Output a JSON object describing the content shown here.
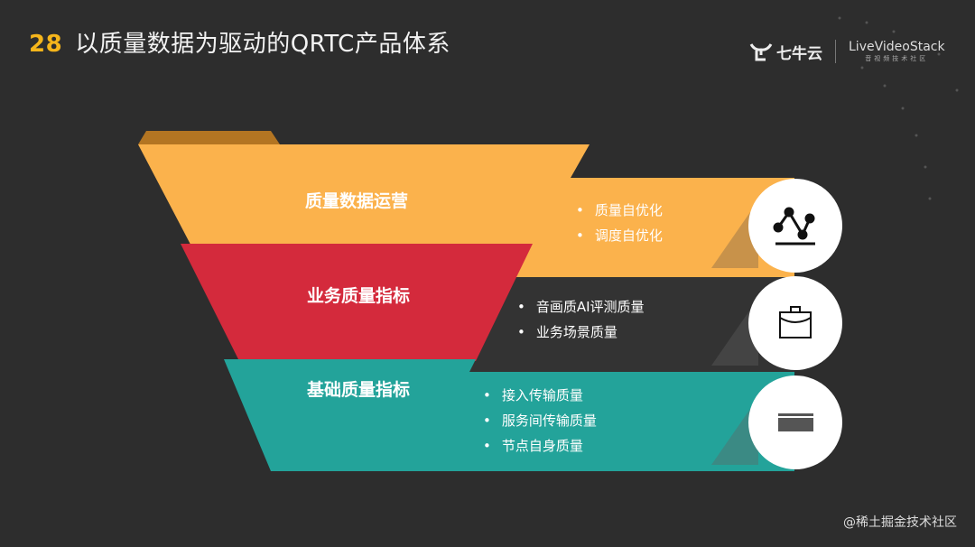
{
  "title": {
    "number": "28",
    "text": "以质量数据为驱动的QRTC产品体系"
  },
  "logos": {
    "qiniu": "七牛云",
    "livevideostack": "LiveVideoStack",
    "livevideostack_sub": "音视频技术社区"
  },
  "layers": [
    {
      "label": "质量数据运营",
      "color": "#fbb24c",
      "icon": "line-chart-icon",
      "bullets": [
        "质量自优化",
        "调度自优化"
      ]
    },
    {
      "label": "业务质量指标",
      "color": "#d42a3c",
      "icon": "briefcase-icon",
      "bullets": [
        "音画质AI评测质量",
        "业务场景质量"
      ]
    },
    {
      "label": "基础质量指标",
      "color": "#23a39a",
      "icon": "card-icon",
      "bullets": [
        "接入传输质量",
        "服务间传输质量",
        "节点自身质量"
      ]
    }
  ],
  "colors": {
    "accent": "#f5b51b",
    "background": "#2d2d2d"
  },
  "watermark": "@稀土掘金技术社区"
}
